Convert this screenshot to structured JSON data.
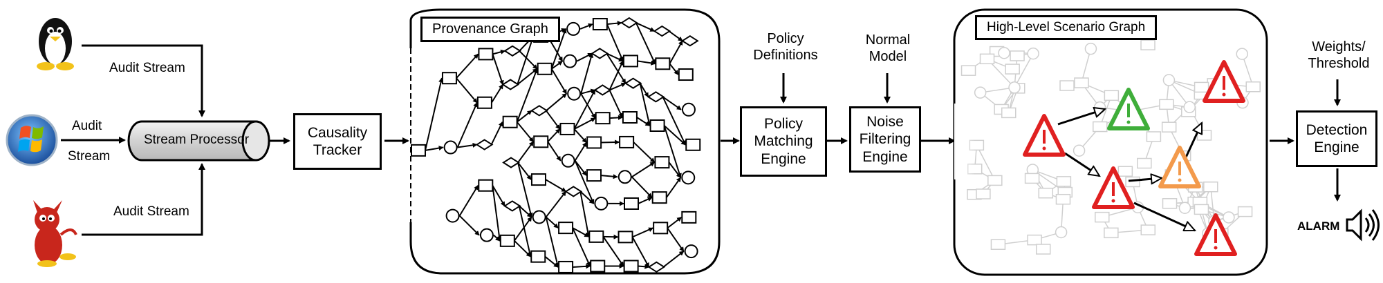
{
  "stream_labels": {
    "top": "Audit Stream",
    "middle_line1": "Audit",
    "middle_line2": "Stream",
    "bottom": "Audit Stream"
  },
  "stream_processor": "Stream Processor",
  "causality_tracker": "Causality\nTracker",
  "provenance_graph_title": "Provenance Graph",
  "policy_definitions": "Policy\nDefinitions",
  "policy_matching_engine": "Policy\nMatching\nEngine",
  "normal_model": "Normal\nModel",
  "noise_filtering_engine": "Noise\nFiltering\nEngine",
  "scenario_graph_title": "High-Level Scenario Graph",
  "weights_threshold": "Weights/\nThreshold",
  "detection_engine": "Detection\nEngine",
  "alarm": "ALARM",
  "colors": {
    "red": "#e02020",
    "green": "#3fae3a",
    "orange": "#f39a4c",
    "gray": "#cfcfcf",
    "linux_yellow": "#f2c21a",
    "freebsd_red": "#c8261c",
    "windows_blue": "#2b7bd6"
  }
}
